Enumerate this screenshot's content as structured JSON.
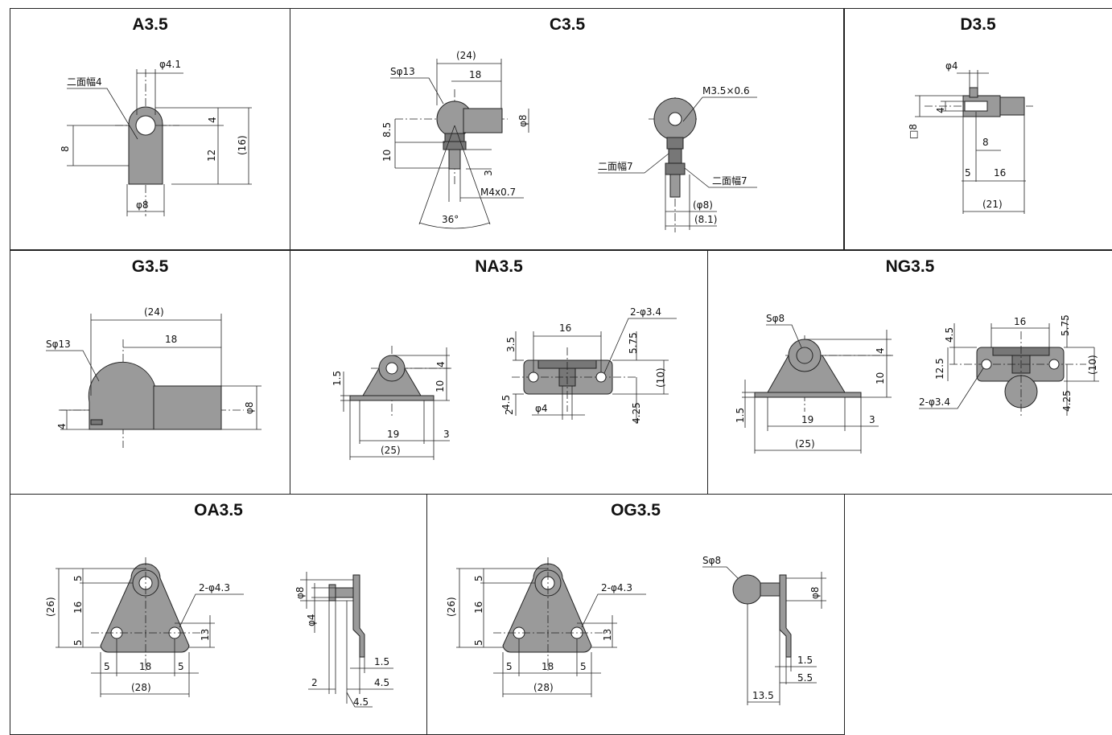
{
  "panels": {
    "a35": {
      "title": "A3.5",
      "labels": {
        "phi41": "φ4.1",
        "nimen": "二面幅4",
        "d4": "4",
        "d8": "8",
        "d12": "12",
        "d16": "(16)",
        "phi8": "φ8"
      }
    },
    "c35": {
      "title": "C3.5",
      "labels": {
        "d24": "(24)",
        "sphi13": "Sφ13",
        "d18": "18",
        "d85": "8.5",
        "d10": "10",
        "phi8": "φ8",
        "d3": "3",
        "m4": "M4x0.7",
        "deg36": "36°",
        "m35": "M3.5×0.6",
        "nimen7a": "二面幅7",
        "nimen7b": "二面幅7",
        "phi8b": "(φ8)",
        "d81": "(8.1)"
      }
    },
    "d35": {
      "title": "D3.5",
      "labels": {
        "phi4": "φ4",
        "d4": "4",
        "sq8": "□8",
        "d8": "8",
        "d5": "5",
        "d16": "16",
        "d21": "(21)"
      }
    },
    "g35": {
      "title": "G3.5",
      "labels": {
        "d24": "(24)",
        "d18": "18",
        "sphi13": "Sφ13",
        "d4": "4",
        "phi8": "φ8"
      }
    },
    "na35": {
      "title": "NA3.5",
      "labels": {
        "d4": "4",
        "d15": "1.5",
        "d10": "10",
        "d19": "19",
        "d3": "3",
        "d25": "(25)",
        "d16": "16",
        "d2phi34": "2-φ3.4",
        "d35": "3.5",
        "d575": "5.75",
        "d45": "4.5",
        "d2": "2",
        "phi4": "φ4",
        "d10b": "(10)",
        "d425": "4.25"
      }
    },
    "ng35": {
      "title": "NG3.5",
      "labels": {
        "sphi8": "Sφ8",
        "d4": "4",
        "d10": "10",
        "d15": "1.5",
        "d19": "19",
        "d3": "3",
        "d25": "(25)",
        "d16": "16",
        "d45": "4.5",
        "d575": "5.75",
        "d125": "12.5",
        "d10b": "(10)",
        "d2phi34": "2-φ3.4",
        "d425": "4.25"
      }
    },
    "oa35": {
      "title": "OA3.5",
      "labels": {
        "d26": "(26)",
        "d5a": "5",
        "d16": "16",
        "d5b": "5",
        "d2phi43": "2-φ4.3",
        "d13": "13",
        "d5c": "5",
        "d18": "18",
        "d5d": "5",
        "d28": "(28)",
        "phi8": "φ8",
        "phi4": "φ4",
        "d15": "1.5",
        "d2": "2",
        "d45a": "4.5",
        "d45b": "4.5"
      }
    },
    "og35": {
      "title": "OG3.5",
      "labels": {
        "d26": "(26)",
        "d5a": "5",
        "d16": "16",
        "d5b": "5",
        "d2phi43": "2-φ4.3",
        "d13": "13",
        "d5c": "5",
        "d18": "18",
        "d5d": "5",
        "d28": "(28)",
        "sphi8": "Sφ8",
        "phi8": "φ8",
        "d15": "1.5",
        "d55": "5.5",
        "d135": "13.5"
      }
    }
  }
}
